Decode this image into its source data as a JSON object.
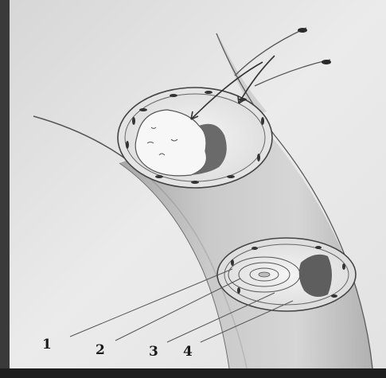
{
  "labels": {
    "one": "1",
    "two": "2",
    "three": "3",
    "four": "4"
  },
  "colors": {
    "paper": "#e9e9e9",
    "pencil": "#4a4a4a",
    "tube_shade": "#b8b8b8",
    "debris_dark": "#6a6a6a"
  }
}
